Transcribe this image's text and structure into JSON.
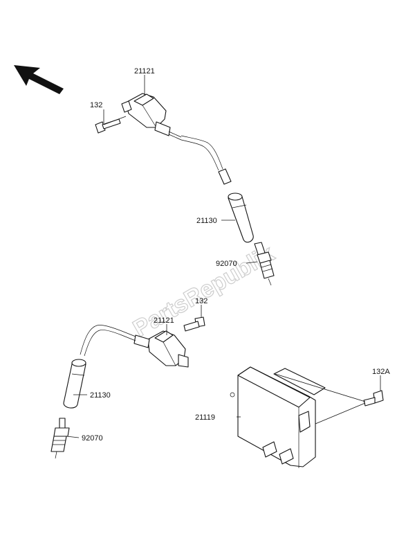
{
  "watermark": "PartsRepublik",
  "labels": {
    "coil_top": "21121",
    "bolt_top": "132",
    "cap_top": "21130",
    "plug_top": "92070",
    "coil_bottom": "21121",
    "bolt_bottom": "132",
    "cap_bottom": "21130",
    "plug_bottom": "92070",
    "module": "21119",
    "bolt_module": "132A"
  },
  "icons": {
    "direction_arrow": "arrow-northwest-icon"
  }
}
